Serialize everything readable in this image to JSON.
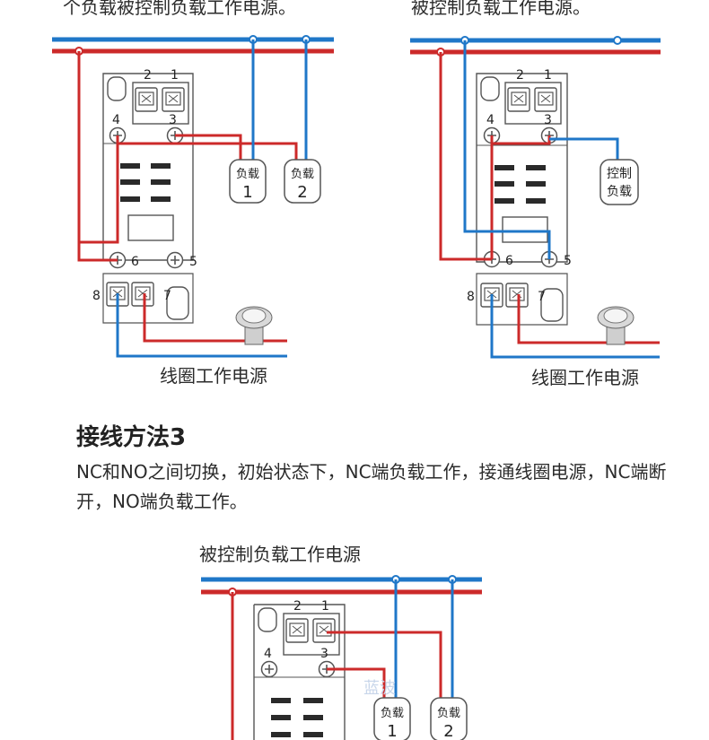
{
  "top_left": {
    "caption_partial": "个负载被控制负载工作电源。",
    "coil_caption": "线圈工作电源",
    "load1": [
      "负载",
      "1"
    ],
    "load2": [
      "负载",
      "2"
    ]
  },
  "top_right": {
    "caption_partial": "被控制负载工作电源。",
    "coil_caption": "线圈工作电源",
    "load": [
      "控制",
      "负载"
    ]
  },
  "method3": {
    "title": "接线方法3",
    "description": "NC和NO之间切换，初始状态下，NC端负载工作，接通线圈电源，NC端断开，NO端负载工作。",
    "caption": "被控制负载工作电源",
    "load1": [
      "负载",
      "1"
    ],
    "load2": [
      "负载",
      "2"
    ]
  },
  "terminals": {
    "t1": "1",
    "t2": "2",
    "t3": "3",
    "t4": "4",
    "t5": "5",
    "t6": "6",
    "t7": "7",
    "t8": "8"
  },
  "watermark": "蓝波",
  "colors": {
    "blue": "#1f77c8",
    "red": "#cc2a2a",
    "outline": "#555555"
  },
  "icons": [
    "relay-base",
    "screw-terminal-icon",
    "push-button-switch-icon",
    "load-box-icon"
  ]
}
